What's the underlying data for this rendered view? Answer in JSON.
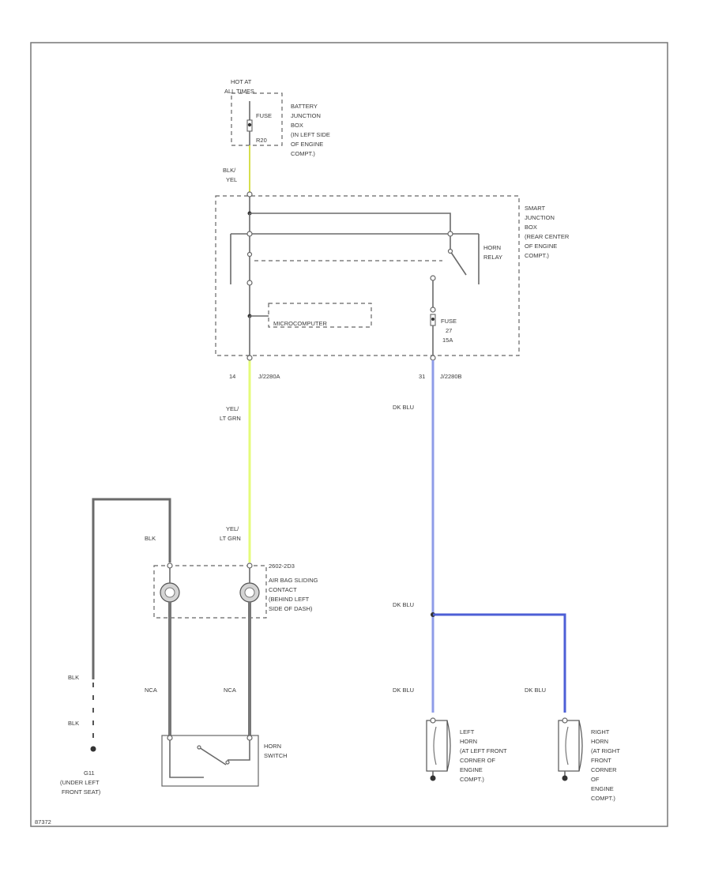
{
  "colors": {
    "wire_yellow": "#d6df4e",
    "wire_yel_ltgrn": "#e4fb7a",
    "wire_dkblu": "#8f9ce8",
    "wire_dkblu_thick": "#4d5fd6",
    "wire_gray": "#6a6a6a"
  },
  "power": {
    "hot_at": [
      "HOT AT",
      "ALL TIMES"
    ],
    "fuse_label": "FUSE",
    "fuse_num": "R20",
    "battery_jbox": [
      "BATTERY",
      "JUNCTION",
      "BOX",
      "(IN LEFT SIDE",
      "OF ENGINE",
      "COMPT.)"
    ]
  },
  "wire_top": [
    "BLK/",
    "YEL"
  ],
  "smart_jbox": [
    "SMART",
    "JUNCTION",
    "BOX",
    "(REAR CENTER",
    "OF ENGINE",
    "COMPT.)"
  ],
  "horn_relay": [
    "HORN",
    "RELAY"
  ],
  "micro": "MICROCOMPUTER",
  "fuse2": [
    "FUSE",
    "27",
    "15A"
  ],
  "connectors": {
    "left_pin": "14",
    "left_conn": "J/2280A",
    "right_pin": "31",
    "right_conn": "J/2280B"
  },
  "wires": {
    "yel_ltgrn_1": [
      "YEL/",
      "LT GRN"
    ],
    "yel_ltgrn_2": [
      "YEL/",
      "LT GRN"
    ],
    "dkblu_upper": "DK BLU",
    "dkblu_mid": "DK BLU",
    "dkblu_left": "DK BLU",
    "dkblu_right": "DK BLU",
    "blk_top": "BLK",
    "blk_g1": "BLK",
    "blk_g2": "BLK",
    "nca_1": "NCA",
    "nca_2": "NCA"
  },
  "airbag": {
    "part": "2602-2D3",
    "desc": [
      "AIR BAG SLIDING",
      "CONTACT",
      "(BEHIND LEFT",
      "SIDE OF DASH)"
    ]
  },
  "horn_switch": [
    "HORN",
    "SWITCH"
  ],
  "ground": [
    "G11",
    "(UNDER LEFT",
    "FRONT SEAT)"
  ],
  "left_horn": [
    "LEFT",
    "HORN",
    "(AT LEFT FRONT",
    "CORNER OF",
    "ENGINE",
    "COMPT.)"
  ],
  "right_horn": [
    "RIGHT",
    "HORN",
    "(AT RIGHT",
    "FRONT",
    "CORNER",
    "OF",
    "ENGINE",
    "COMPT.)"
  ],
  "footer_id": "87372"
}
